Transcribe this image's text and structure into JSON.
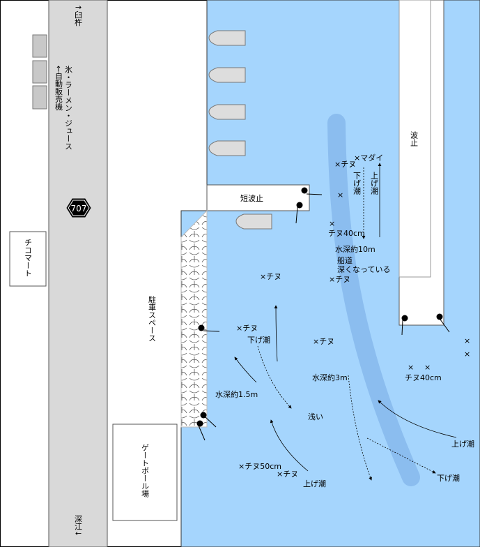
{
  "road": {
    "north_label": "↑臼杵",
    "south_label": "深江↓",
    "vending_label": "←自動販売機",
    "vending_items": "氷・ラーメン・ジュース",
    "route_sign": "707"
  },
  "places": {
    "store": "チコマート",
    "parking": "駐車スペース",
    "gateball": "ゲートボール場",
    "short_pier": "短波止",
    "breakwater": "波止"
  },
  "water_labels": {
    "madai": "×マダイ",
    "chinu_top": "×チヌ",
    "x_mark": "×",
    "shita_ge_shio_v": "下げ潮",
    "age_shio_v": "上げ潮",
    "chinu40_top": "チヌ40cm",
    "depth10": "水深約10m",
    "channel1": "船道",
    "channel2": "深くなっている",
    "chinu_mid_left": "×チヌ",
    "chinu_channel": "×チヌ",
    "chinu_tetra": "×チヌ",
    "shita_ge_shio_left": "下げ潮",
    "chinu_center": "×チヌ",
    "depth3": "水深約3m",
    "depth15": "水深約1.5m",
    "shallow": "浅い",
    "chinu40_right": "チヌ40cm",
    "age_shio_right": "上げ潮",
    "shita_ge_shio_right": "下げ潮",
    "chinu50": "×チヌ50cm",
    "chinu_bottom": "×チヌ",
    "age_shio_bottom": "上げ潮"
  },
  "colors": {
    "water": "#a5d5fd",
    "channel": "#8bbdef",
    "road": "#d9d9d9"
  }
}
